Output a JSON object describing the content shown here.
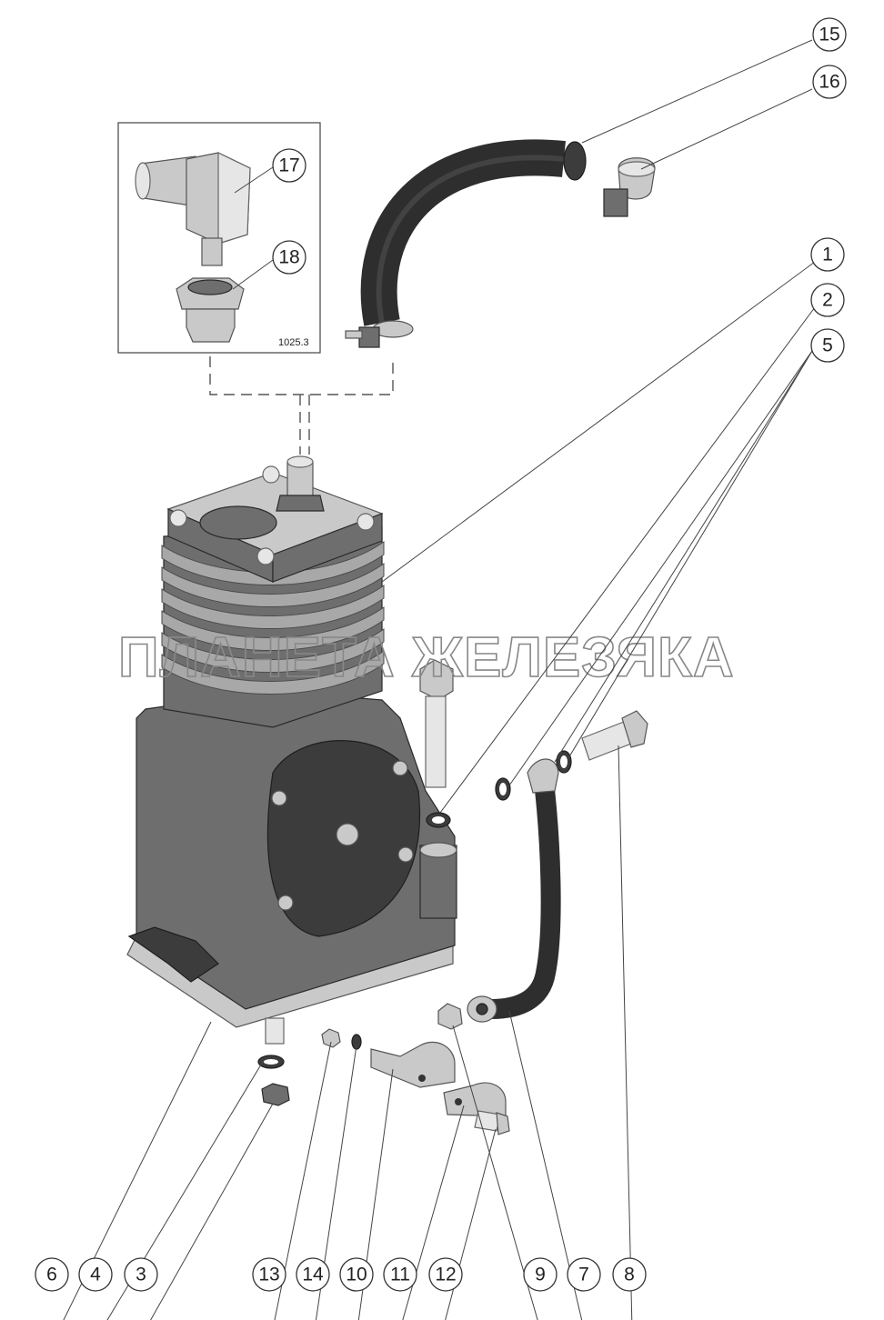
{
  "watermark": "ПЛАНЕТА ЖЕЛЕЗЯКА",
  "inset_code": "1025.3",
  "callouts": [
    "15",
    "16",
    "17",
    "18",
    "1",
    "2",
    "5",
    "6",
    "4",
    "3",
    "13",
    "14",
    "10",
    "11",
    "12",
    "9",
    "7",
    "8"
  ]
}
